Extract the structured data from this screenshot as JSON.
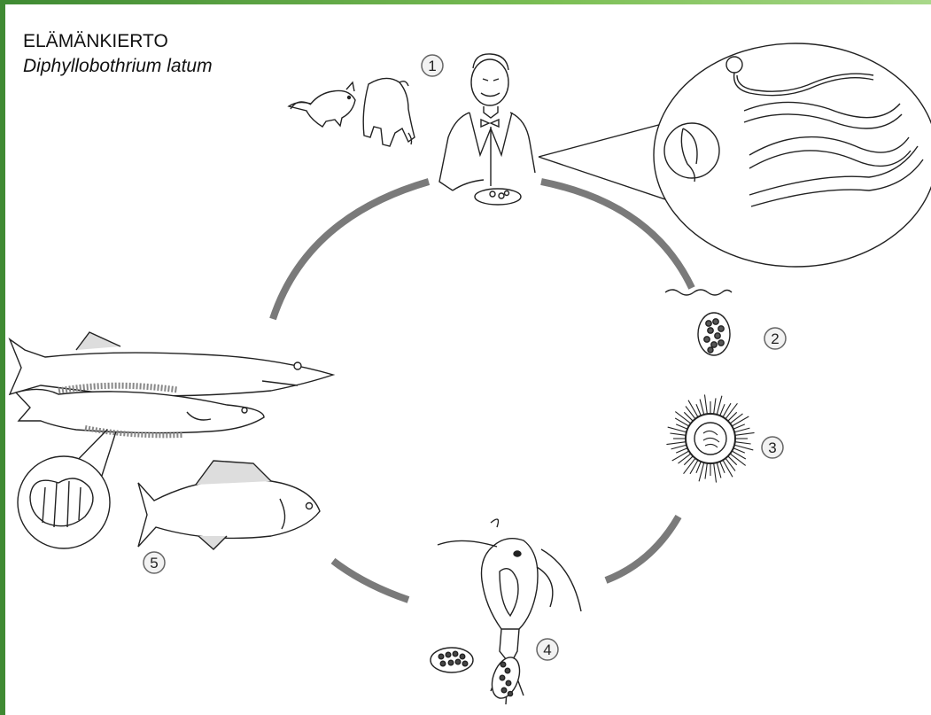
{
  "title": "ELÄMÄNKIERTO",
  "subtitle": "Diphyllobothrium latum",
  "stages": [
    {
      "number": "1",
      "subject": "human-and-pet-hosts"
    },
    {
      "number": "2",
      "subject": "egg"
    },
    {
      "number": "3",
      "subject": "coracidium"
    },
    {
      "number": "4",
      "subject": "copepod"
    },
    {
      "number": "5",
      "subject": "fish-hosts"
    }
  ],
  "colors": {
    "cycle_arc": "#7a7a7a",
    "frame_left": "#3f8a33",
    "frame_right": "#a9d88a",
    "line": "#222222"
  }
}
